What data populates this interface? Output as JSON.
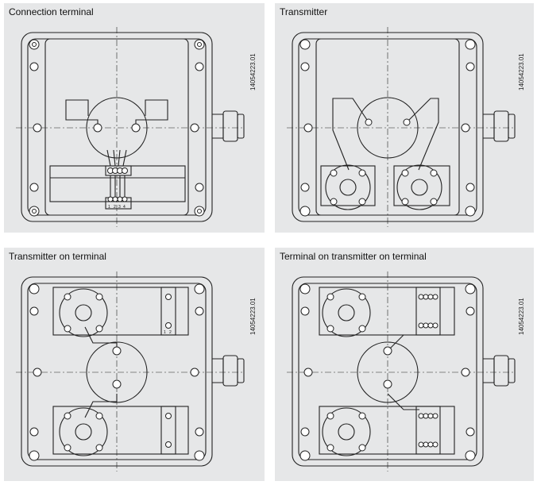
{
  "panels": [
    {
      "title": "Connection terminal",
      "code": "14054223.01"
    },
    {
      "title": "Transmitter",
      "code": "14054223.01"
    },
    {
      "title": "Transmitter on terminal",
      "code": "14054223.01"
    },
    {
      "title": "Terminal on transmitter on terminal",
      "code": "14054223.01"
    }
  ],
  "terminal_labels": [
    "1",
    "2",
    "3",
    "4"
  ],
  "transmitter_labels": [
    "1",
    "2"
  ]
}
